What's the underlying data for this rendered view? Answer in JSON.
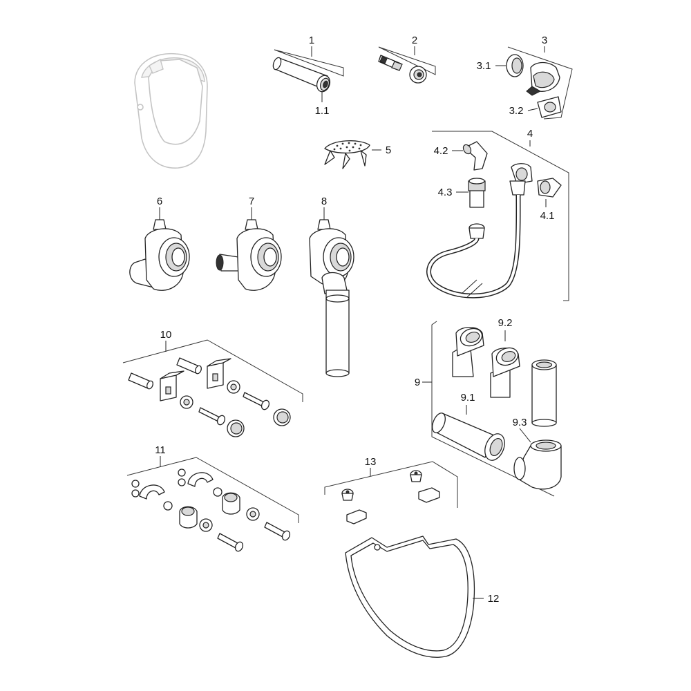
{
  "colors": {
    "line": "#222222",
    "ghost": "#c4c4c4",
    "shade": "#d9d9d9",
    "background": "#ffffff"
  },
  "labels": {
    "p1": "1",
    "p1_1": "1.1",
    "p2": "2",
    "p3": "3",
    "p3_1": "3.1",
    "p3_2": "3.2",
    "p4": "4",
    "p4_1": "4.1",
    "p4_2": "4.2",
    "p4_3": "4.3",
    "p5": "5",
    "p6": "6",
    "p7": "7",
    "p8": "8",
    "p9": "9",
    "p9_1": "9.1",
    "p9_2": "9.2",
    "p9_3": "9.3",
    "p10": "10",
    "p11": "11",
    "p12": "12",
    "p13": "13"
  }
}
